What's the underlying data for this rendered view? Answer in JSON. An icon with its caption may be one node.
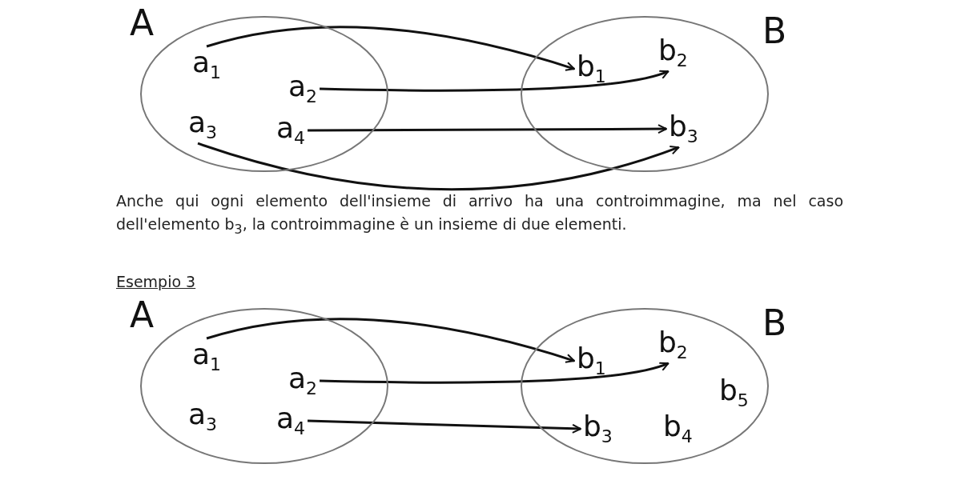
{
  "diagram": {
    "nodes": [
      {
        "text": [
          "A"
        ]
      },
      {
        "text": [
          "a$_{1}$"
        ],
        "in": 0
      },
      {
        "text": [
          "a$_{2}$"
        ],
        "in": 0
      },
      {
        "text": [
          "a$_{3}$"
        ],
        "in": 0
      },
      {
        "text": [
          "a$_{4}$"
        ],
        "in": 0
      },
      {
        "text": [
          "B"
        ]
      },
      {
        "text": [
          "b$_{1}$"
        ],
        "in": 5
      },
      {
        "text": [
          "b$_{2}$"
        ],
        "in": 5
      },
      {
        "text": [
          "b$_{3}$"
        ],
        "in": 5
      },
      {
        "text": [
          "A"
        ]
      },
      {
        "text": [
          "a$_{1}$"
        ],
        "in": 9
      },
      {
        "text": [
          "a$_{2}$"
        ],
        "in": 9
      },
      {
        "text": [
          "a$_{3}$"
        ],
        "in": 9
      },
      {
        "text": [
          "a$_{4}$"
        ],
        "in": 9
      },
      {
        "text": [
          "B"
        ]
      },
      {
        "text": [
          "b$_{1}$"
        ],
        "in": 14
      },
      {
        "text": [
          "b$_{2}$"
        ],
        "in": 14
      },
      {
        "text": [
          "b$_{5}$"
        ],
        "in": 14
      },
      {
        "text": [
          "b$_{3}$"
        ],
        "in": 14
      },
      {
        "text": [
          "b$_{4}$"
        ],
        "in": 14
      }
    ],
    "edges": [
      {
        "from": 1,
        "to": 6,
        "arrow": "to"
      },
      {
        "from": 2,
        "to": 7,
        "arrow": "to"
      },
      {
        "from": 4,
        "to": 8,
        "arrow": "to"
      },
      {
        "from": 3,
        "to": 8,
        "arrow": "to"
      },
      {
        "from": 10,
        "to": 15,
        "arrow": "to"
      },
      {
        "from": 11,
        "to": 16,
        "arrow": "to"
      },
      {
        "from": 13,
        "to": 18,
        "arrow": "to"
      }
    ],
    "labels": [
      "Anche qui ogni elemento dell'insieme di arrivo ha una controimmagine, ma nel caso dell'elemento b$_{3}$, la controimmagine è un insieme di due elementi.",
      "Esempio 3"
    ]
  }
}
